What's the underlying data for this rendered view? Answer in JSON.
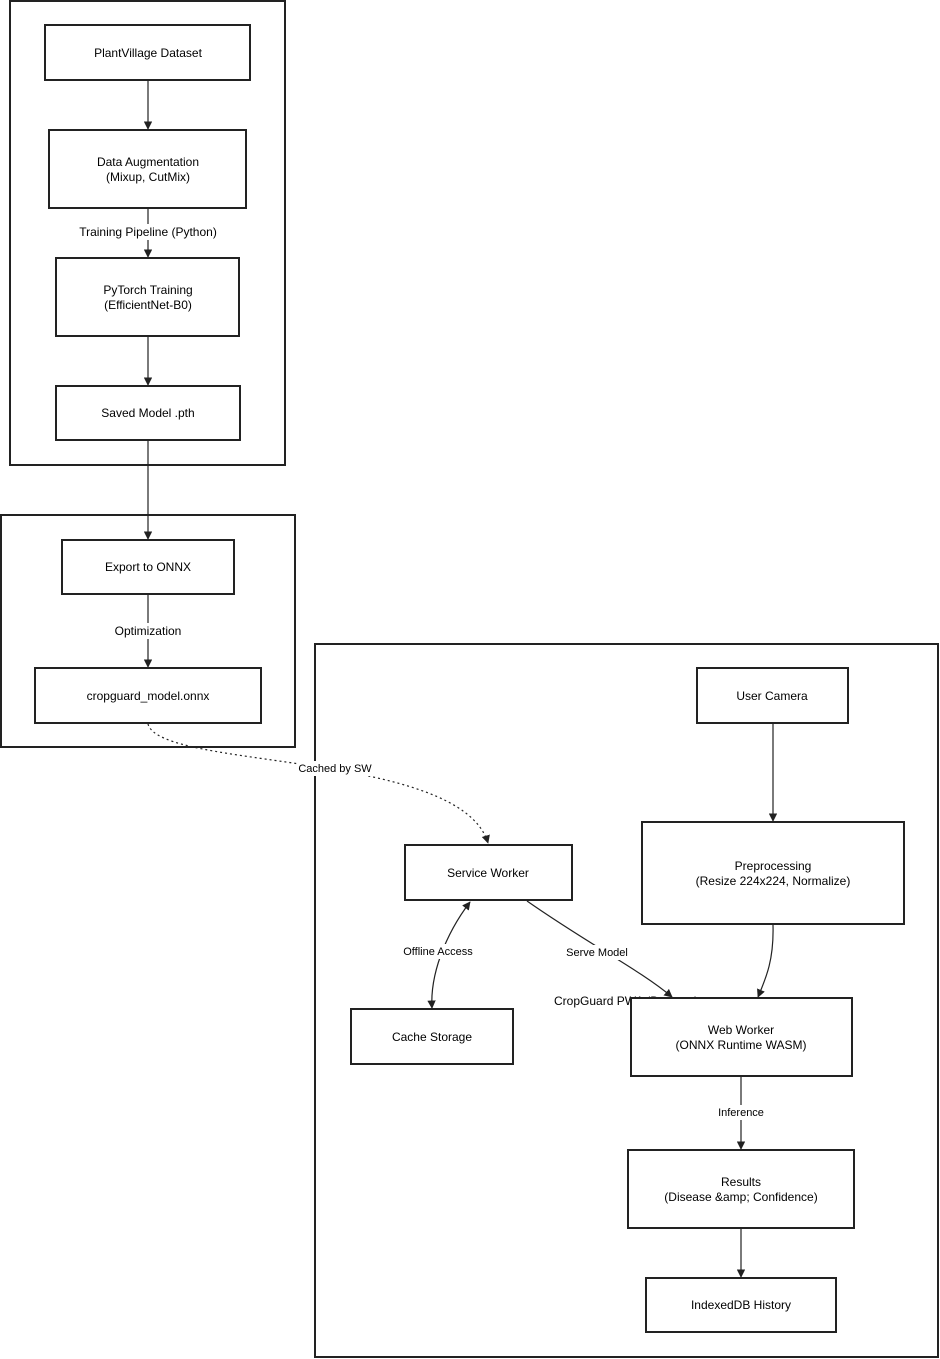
{
  "groups": {
    "training": "Training Pipeline (Python)",
    "optimization": "Optimization",
    "pwa": "CropGuard PWA (Browser)"
  },
  "nodes": {
    "dataset": [
      "PlantVillage Dataset"
    ],
    "augment": [
      "Data Augmentation",
      "(Mixup, CutMix)"
    ],
    "torch": [
      "PyTorch Training",
      "(EfficientNet-B0)"
    ],
    "saved": [
      "Saved Model .pth"
    ],
    "export": [
      "Export to ONNX"
    ],
    "onnx": [
      "cropguard_model.onnx"
    ],
    "camera": [
      "User Camera"
    ],
    "prep": [
      "Preprocessing",
      "(Resize 224x224, Normalize)"
    ],
    "sw": [
      "Service Worker"
    ],
    "cache": [
      "Cache Storage"
    ],
    "worker": [
      "Web Worker",
      "(ONNX Runtime WASM)"
    ],
    "results": [
      "Results",
      "(Disease &amp; Confidence)"
    ],
    "history": [
      "IndexedDB History"
    ]
  },
  "edges": {
    "cached_by_sw": "Cached by SW",
    "offline_access": "Offline Access",
    "serve_model": "Serve Model",
    "inference": "Inference"
  }
}
